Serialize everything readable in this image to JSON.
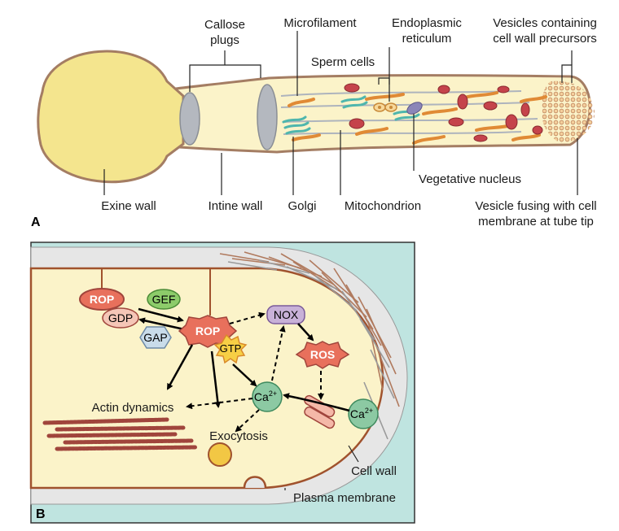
{
  "panel_a": {
    "tag": "A",
    "labels": {
      "callose_plugs_1": "Callose",
      "callose_plugs_2": "plugs",
      "microfilament": "Microfilament",
      "er_1": "Endoplasmic",
      "er_2": "reticulum",
      "vesicles_1": "Vesicles containing",
      "vesicles_2": "cell wall precursors",
      "sperm_cells": "Sperm cells",
      "vegetative_nucleus": "Vegetative nucleus",
      "exine_wall": "Exine wall",
      "intine_wall": "Intine wall",
      "golgi": "Golgi",
      "mitochondrion": "Mitochondrion",
      "vesicle_fusing_1": "Vesicle fusing with cell",
      "vesicle_fusing_2": "membrane at tube tip"
    }
  },
  "panel_b": {
    "tag": "B",
    "molecules": {
      "rop_membrane": "ROP",
      "gdp": "GDP",
      "gef": "GEF",
      "gap": "GAP",
      "rop_active": "ROP",
      "gtp": "GTP",
      "nox": "NOX",
      "ros": "ROS",
      "ca_inner": "Ca",
      "ca_outer": "Ca",
      "ca_sup": "2+"
    },
    "labels": {
      "actin_dynamics": "Actin dynamics",
      "exocytosis": "Exocytosis",
      "cell_wall": "Cell wall",
      "plasma_membrane": "Plasma membrane"
    }
  },
  "colors": {
    "cytoplasm": "#fbf3c9",
    "grain": "#f4e58e",
    "wall": "#a47d63",
    "callose": "#b4b8bf",
    "mitochondria": "#c5434b",
    "golgi": "#4fb6ad",
    "background_b": "#bfe4e0",
    "rop": "#e8705c",
    "gef": "#8dcc6a",
    "gap": "#c9dcea",
    "nox": "#c8b1d8",
    "ca": "#8cc9a3",
    "gtp": "#f7cf45"
  }
}
